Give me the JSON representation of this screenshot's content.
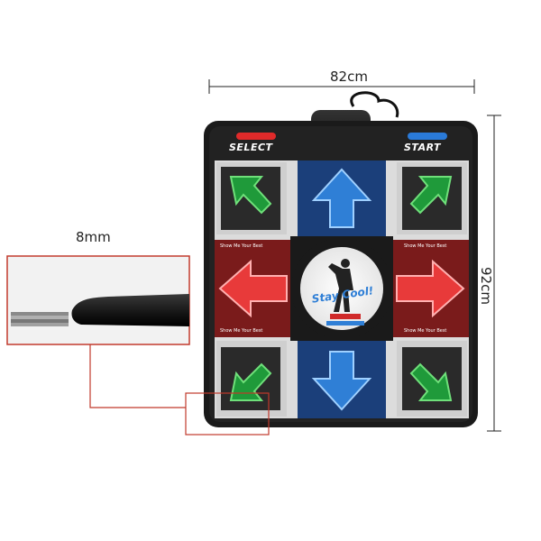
{
  "dimensions": {
    "width_label": "82cm",
    "height_label": "92cm",
    "thickness_label": "8mm"
  },
  "mat": {
    "select_label": "SELECT",
    "start_label": "START",
    "center_logo": "Stay Cool!",
    "slogan": "Show Me Your Best",
    "colors": {
      "frame": "#1a1a1a",
      "diagonal_arrow": "#1f9a3a",
      "horizontal_arrow": "#e83a3a",
      "vertical_arrow": "#2f7fd6",
      "select_button": "#e02a2a",
      "start_button": "#2a7ad8",
      "callout": "#c0392b"
    }
  }
}
